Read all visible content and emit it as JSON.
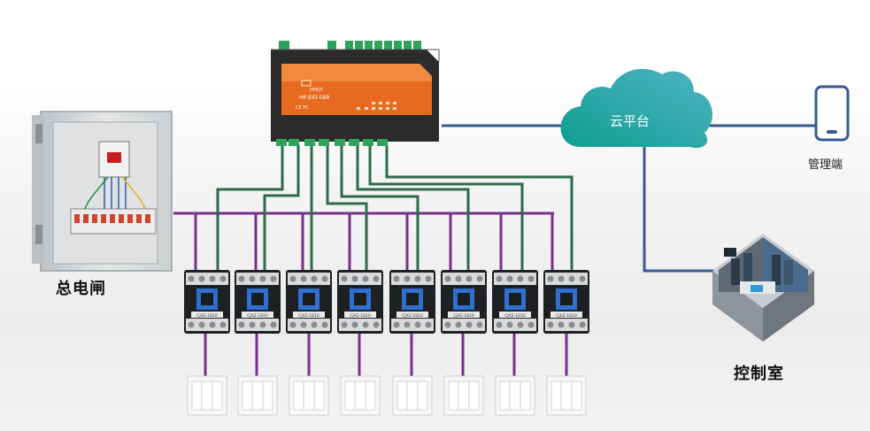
{
  "labels": {
    "main_switch": "总电闸",
    "cloud": "云平台",
    "management": "管理端",
    "control_room": "控制室"
  },
  "device": {
    "model": "HP-EIO-088",
    "brand": "HPIOT",
    "cert_marks": "CE FC"
  },
  "contactor": {
    "count": 8,
    "model": "CJX2-1810"
  },
  "colors": {
    "power_line": "#7a2f8c",
    "control_line": "#2e6b48",
    "network_line": "#3a5a94",
    "cloud": "#2a9b9a",
    "device_face": "#e86a1e"
  }
}
